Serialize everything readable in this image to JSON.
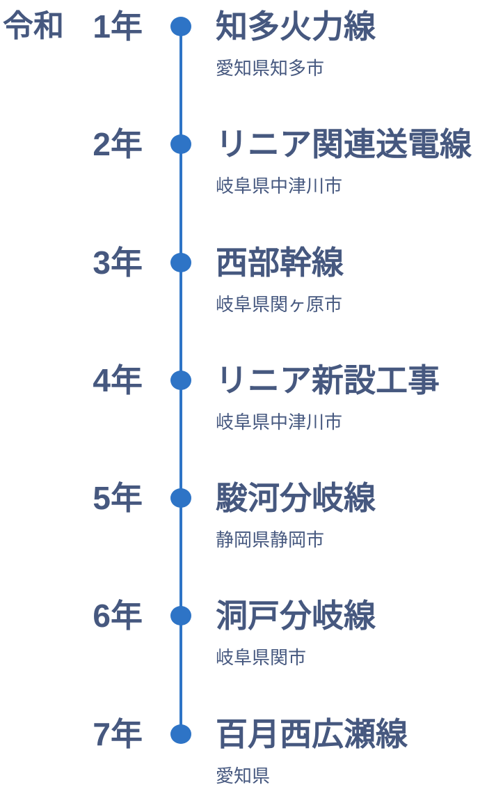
{
  "colors": {
    "accent": "#2e74c6",
    "text": "#46587f",
    "background": "#ffffff"
  },
  "timeline": {
    "era_label": "令和",
    "entries": [
      {
        "era": "令和",
        "year": "1年",
        "title": "知多火力線",
        "location": "愛知県知多市"
      },
      {
        "era": "",
        "year": "2年",
        "title": "リニア関連送電線",
        "location": "岐阜県中津川市"
      },
      {
        "era": "",
        "year": "3年",
        "title": "西部幹線",
        "location": "岐阜県関ヶ原市"
      },
      {
        "era": "",
        "year": "4年",
        "title": "リニア新設工事",
        "location": "岐阜県中津川市"
      },
      {
        "era": "",
        "year": "5年",
        "title": "駿河分岐線",
        "location": "静岡県静岡市"
      },
      {
        "era": "",
        "year": "6年",
        "title": "洞戸分岐線",
        "location": "岐阜県関市"
      },
      {
        "era": "",
        "year": "7年",
        "title": "百月西広瀬線",
        "location": "愛知県"
      }
    ]
  }
}
